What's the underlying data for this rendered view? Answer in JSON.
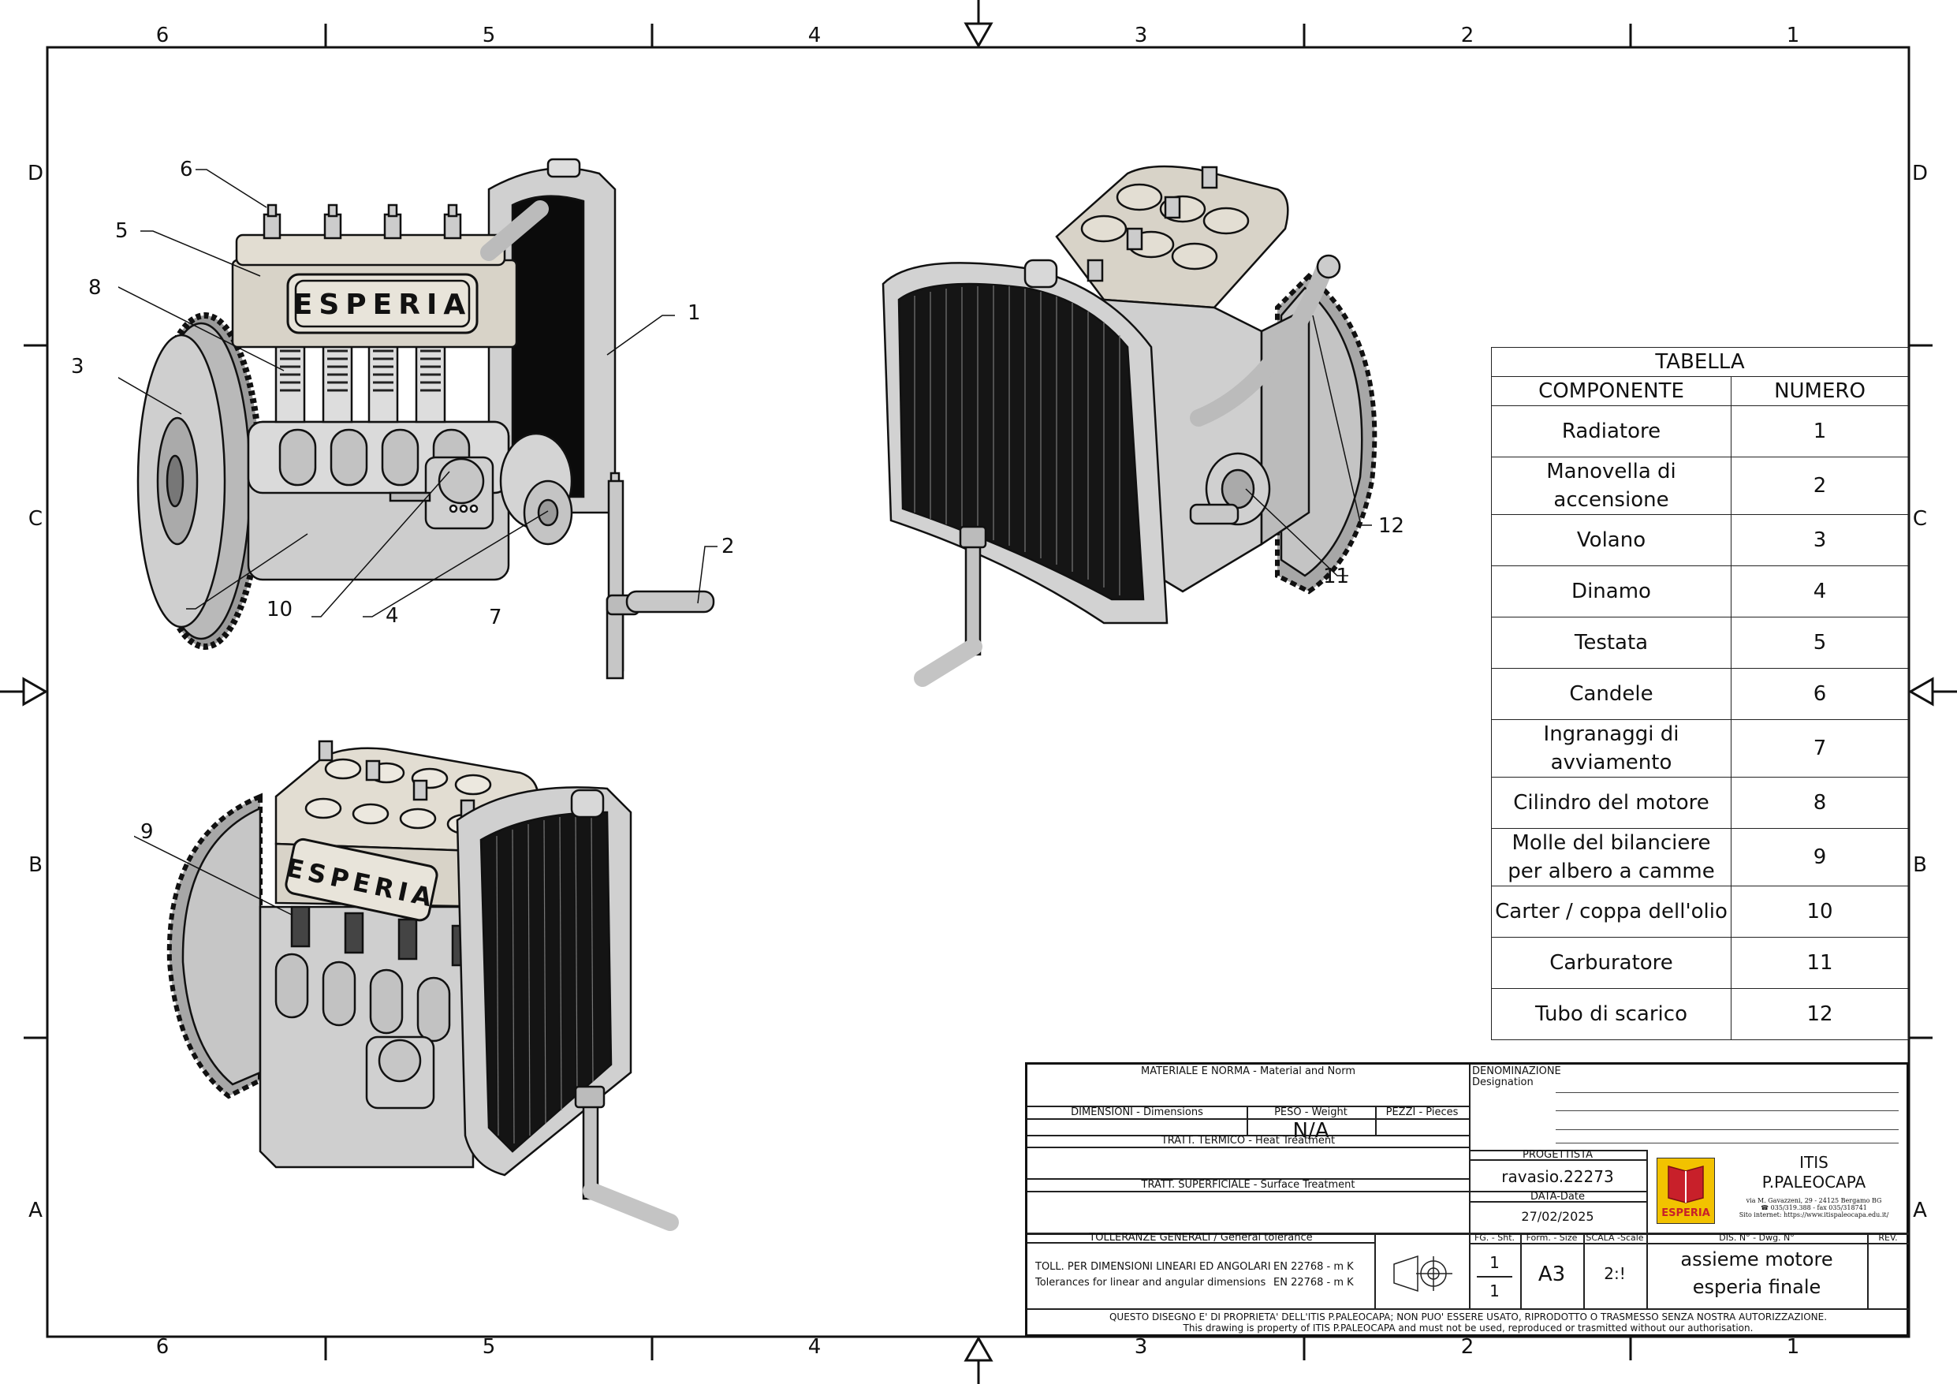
{
  "zones": {
    "columns": [
      "6",
      "5",
      "4",
      "3",
      "2",
      "1"
    ],
    "rows": [
      "D",
      "C",
      "B",
      "A"
    ]
  },
  "views": {
    "front_callouts": [
      "6",
      "5",
      "8",
      "3",
      "1",
      "2",
      "10",
      "4",
      "7"
    ],
    "iso_right_callouts": [
      "12",
      "11"
    ],
    "iso_bottom_callouts": [
      "9"
    ],
    "badge_text": "ESPERIA"
  },
  "table": {
    "title": "TABELLA",
    "headers": [
      "COMPONENTE",
      "NUMERO"
    ],
    "rows": [
      {
        "name": "Radiatore",
        "number": "1"
      },
      {
        "name": "Manovella di accensione",
        "number": "2"
      },
      {
        "name": "Volano",
        "number": "3"
      },
      {
        "name": "Dinamo",
        "number": "4"
      },
      {
        "name": "Testata",
        "number": "5"
      },
      {
        "name": "Candele",
        "number": "6"
      },
      {
        "name": "Ingranaggi di avviamento",
        "number": "7"
      },
      {
        "name": "Cilindro del motore",
        "number": "8"
      },
      {
        "name": "Molle del bilanciere per albero a camme",
        "number": "9"
      },
      {
        "name": "Carter / coppa dell'olio",
        "number": "10"
      },
      {
        "name": "Carburatore",
        "number": "11"
      },
      {
        "name": "Tubo di scarico",
        "number": "12"
      }
    ]
  },
  "title_block": {
    "material_label": "MATERIALE E NORMA - Material and Norm",
    "dimensions_label": "DIMENSIONI - Dimensions",
    "weight_label": "PESO  - Weight",
    "pieces_label": "PEZZI - Pieces",
    "weight_value": "N/A",
    "heat_treatment_label": "TRATT. TERMICO - Heat Treatment",
    "surface_treatment_label": "TRATT. SUPERFICIALE - Surface Treatment",
    "tolerance_label": "TOLLERANZE GENERALI / General tolerance",
    "tolerance_line1": "TOLL. PER DIMENSIONI LINEARI ED ANGOLARI",
    "tolerance_line1_norm": "EN 22768 - m K",
    "tolerance_line2": "Tolerances for linear and angular dimensions",
    "tolerance_line2_norm": "EN 22768 - m K",
    "designation_label": "DENOMINAZIONE",
    "designation_label_en": "Designation",
    "designer_label": "PROGETTISTA",
    "designer_value": "ravasio.22273",
    "date_label": "DATA-Date",
    "date_value": "27/02/2025",
    "sheet_label": "FG. - Sht.",
    "sheet_num": "1",
    "sheet_den": "1",
    "format_label": "Form. - Size",
    "format_value": "A3",
    "scale_label": "SCALA -Scale",
    "scale_value": "2:!",
    "dwg_label": "DIS. N° - Dwg. N°",
    "rev_label": "REV.",
    "dwg_line1": "assieme motore",
    "dwg_line2": "esperia finale",
    "school_line1": "ITIS",
    "school_line2": "P.PALEOCAPA",
    "logo_text": "ESPERIA",
    "school_addr1": "via M. Gavazzeni, 29 - 24125 Bergamo BG",
    "school_addr2": "☎ 035/319.388 - fax 035/318741",
    "school_addr3": "Sito internet: https://www.itispaleocapa.edu.it/",
    "notice_it": "QUESTO DISEGNO E' DI PROPRIETA' DELL'ITIS P.PALEOCAPA; NON PUO' ESSERE USATO, RIPRODOTTO O TRASMESSO SENZA NOSTRA AUTORIZZAZIONE.",
    "notice_en": "This drawing is property of ITIS P.PALEOCAPA and must not be used, reproduced or trasmitted without our authorisation."
  },
  "colors": {
    "line": "#111111",
    "metal": "#c9c9c9",
    "metal_dark": "#8d8d8d",
    "head": "#d8d3c8",
    "logo_red": "#c8202a",
    "logo_yellow": "#f2c200"
  }
}
